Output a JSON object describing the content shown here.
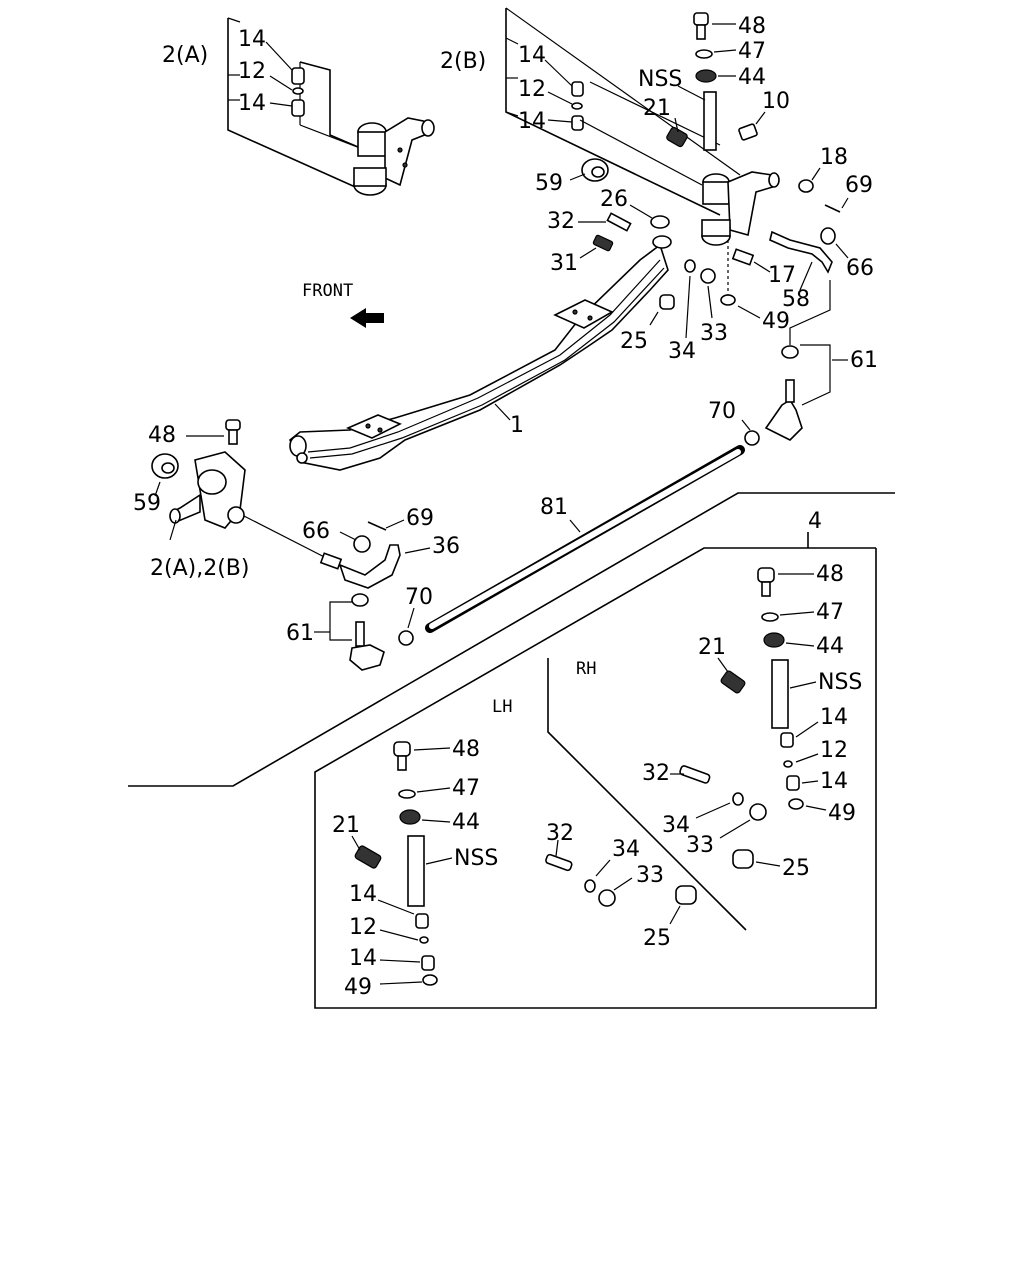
{
  "labels": {
    "front": "FRONT",
    "lh": "LH",
    "rh": "RH",
    "axle_1": "1",
    "knuckle_2a": "2(A)",
    "knuckle_2b": "2(B)",
    "knuckle_2a_2b": "2(A),2(B)",
    "kit_4": "4",
    "nss": "NSS"
  },
  "part_numbers": {
    "p10": "10",
    "p12": "12",
    "p14": "14",
    "p17": "17",
    "p18": "18",
    "p21": "21",
    "p25": "25",
    "p26": "26",
    "p31": "31",
    "p32": "32",
    "p33": "33",
    "p34": "34",
    "p36": "36",
    "p44": "44",
    "p47": "47",
    "p48": "48",
    "p49": "49",
    "p58": "58",
    "p59": "59",
    "p61": "61",
    "p66": "66",
    "p69": "69",
    "p70": "70",
    "p81": "81"
  }
}
